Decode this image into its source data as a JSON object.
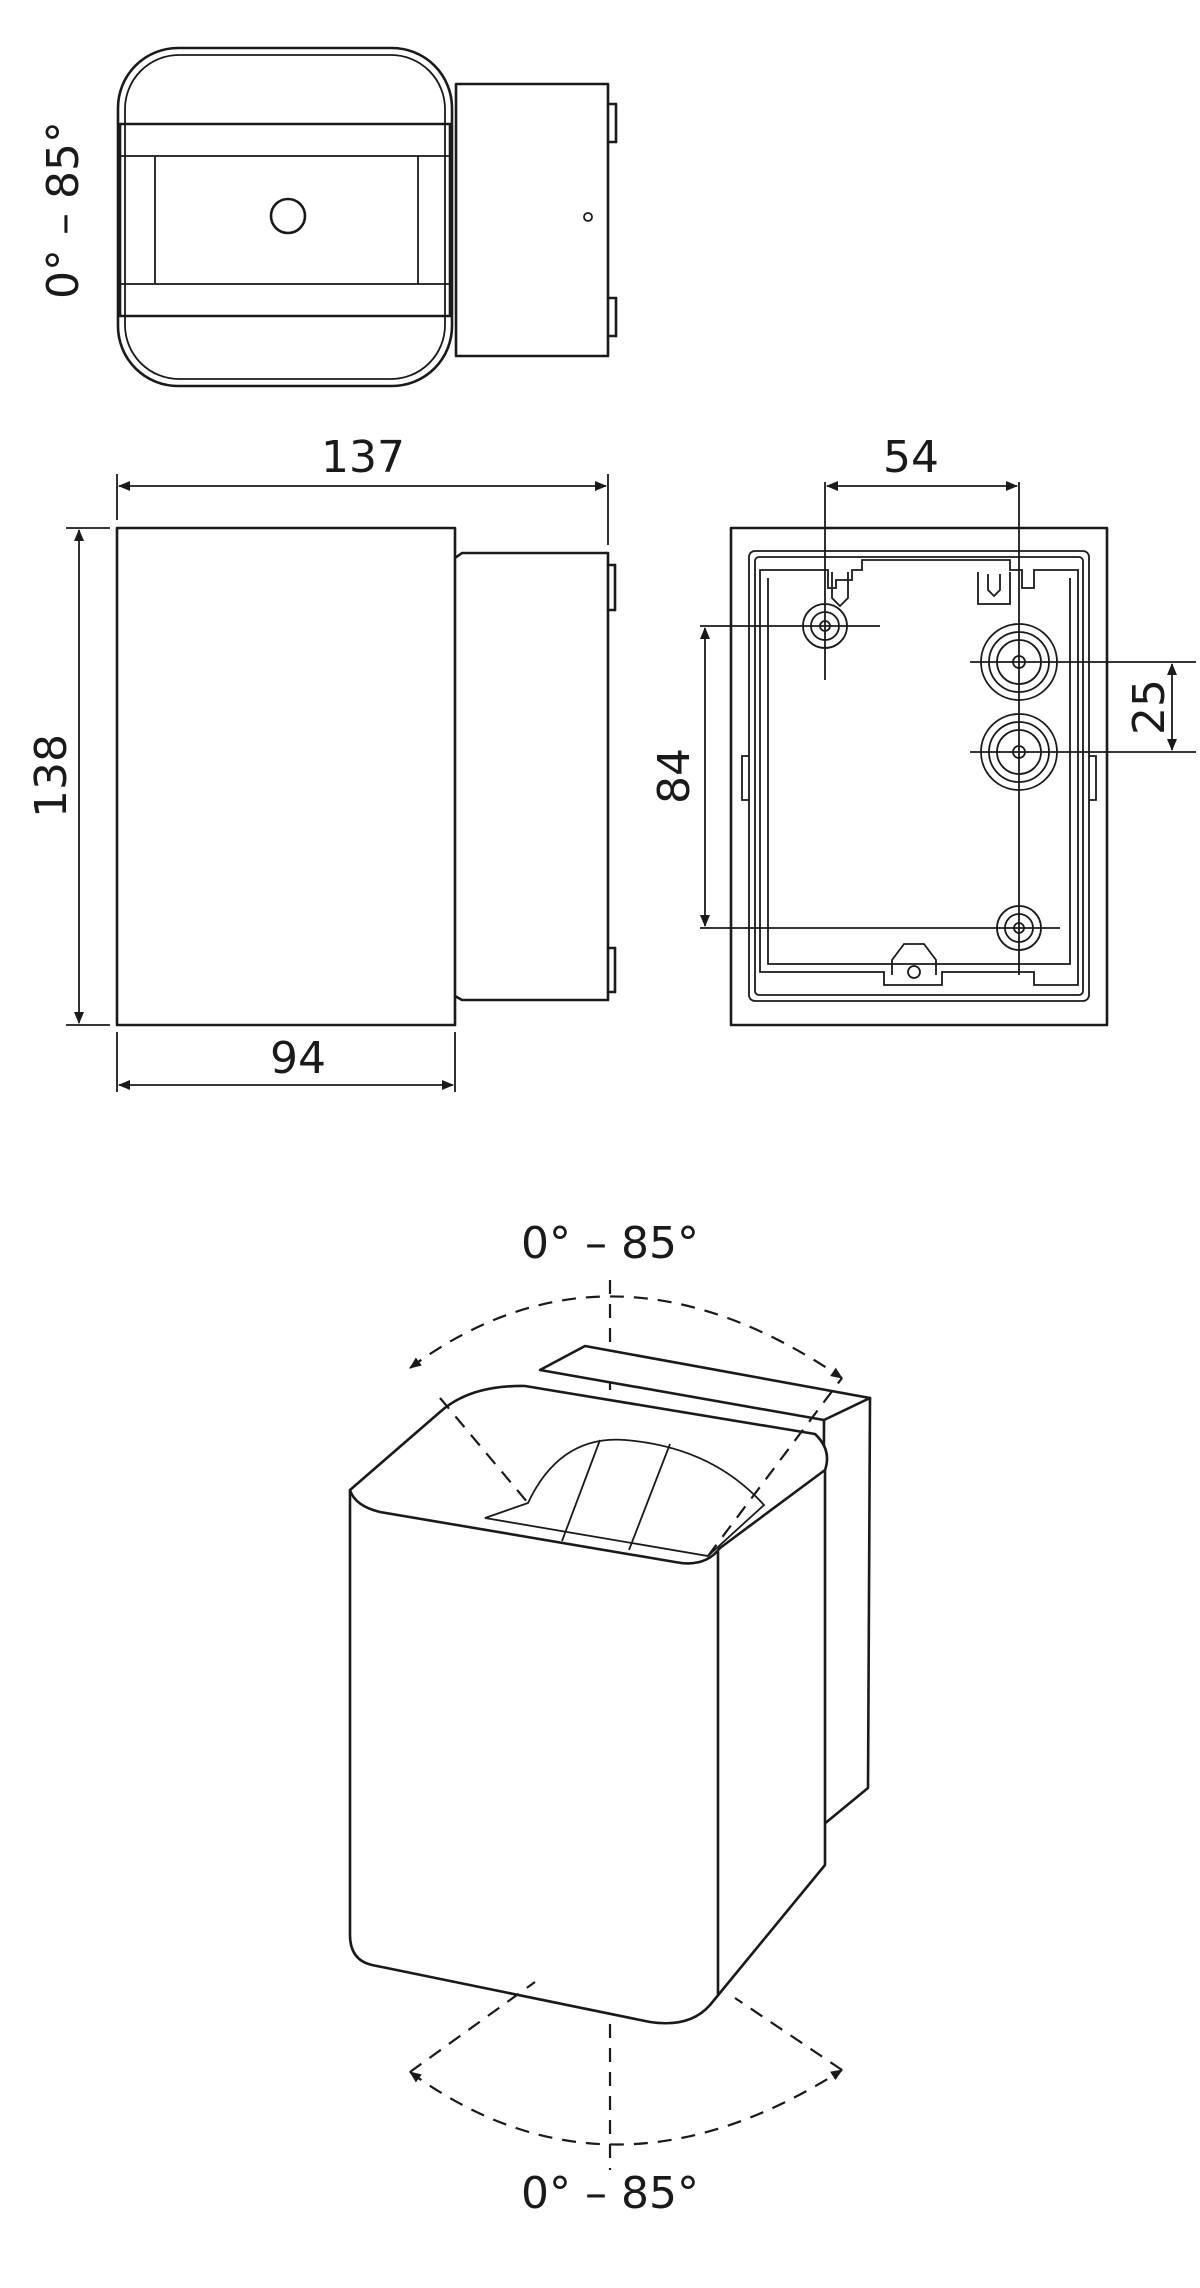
{
  "dimensions": {
    "overall_depth": "137",
    "height": "138",
    "body_width": "94",
    "mount_hole_spacing_horizontal": "54",
    "mount_hole_spacing_vertical": "84",
    "cable_entry_spacing": "25"
  },
  "angles": {
    "top_view": "0° – 85°",
    "iso_top": "0° – 85°",
    "iso_bottom": "0° – 85°"
  }
}
